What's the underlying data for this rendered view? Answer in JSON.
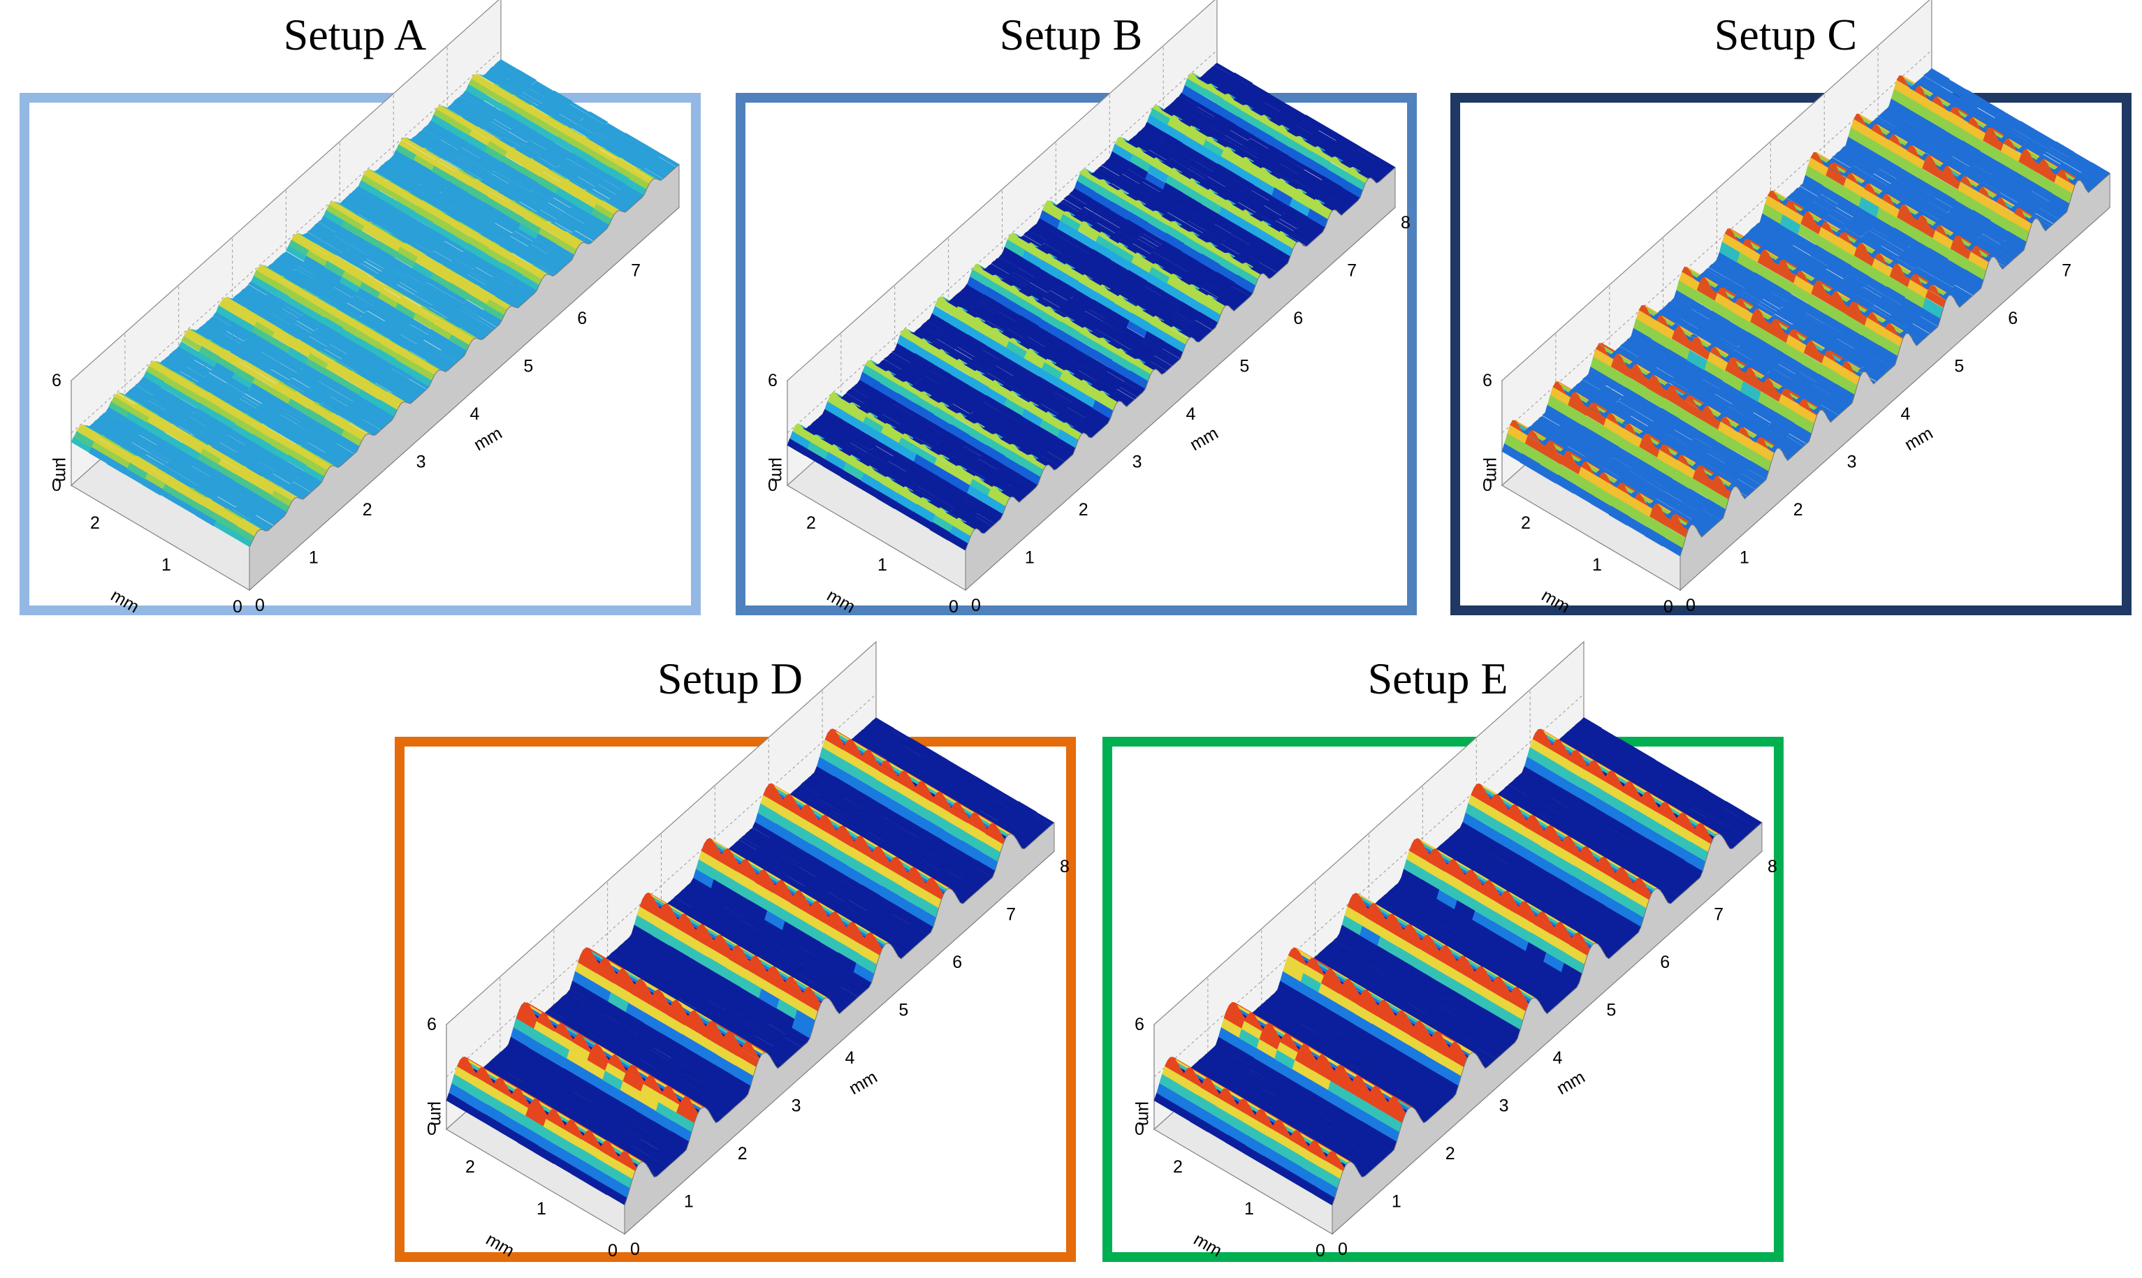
{
  "panels": [
    {
      "id": "A",
      "title": "Setup A",
      "border_color": "#93b8e4",
      "ridges": 12,
      "amp": 0.3,
      "palette": [
        "#2a9fd8",
        "#2ebcc0",
        "#48c490",
        "#9bcf4a",
        "#d8d23a"
      ],
      "noise": 0.3
    },
    {
      "id": "B",
      "title": "Setup B",
      "border_color": "#4f81bd",
      "ridges": 12,
      "amp": 0.45,
      "palette": [
        "#0b1f9c",
        "#1560d6",
        "#22a9e0",
        "#33c4b2",
        "#aedb48"
      ],
      "noise": 0.25
    },
    {
      "id": "C",
      "title": "Setup C",
      "border_color": "#1f3864",
      "ridges": 10,
      "amp": 0.75,
      "palette": [
        "#1f6fd6",
        "#2ebcc0",
        "#8fd04a",
        "#f0c030",
        "#e0501e"
      ],
      "noise": 0.3
    },
    {
      "id": "D",
      "title": "Setup D",
      "border_color": "#e46c0a",
      "ridges": 7,
      "amp": 1.0,
      "palette": [
        "#0b1f9c",
        "#1a7ae0",
        "#34c2b6",
        "#e8d63c",
        "#e5461e"
      ],
      "noise": 0.15
    },
    {
      "id": "E",
      "title": "Setup E",
      "border_color": "#00b050",
      "ridges": 7,
      "amp": 1.0,
      "palette": [
        "#0b1f9c",
        "#1a7ae0",
        "#34c2b6",
        "#e8d63c",
        "#e5461e"
      ],
      "noise": 0.12
    }
  ],
  "axis": {
    "x_ticks": [
      "0",
      "1",
      "2",
      "3",
      "4",
      "5",
      "6",
      "7",
      "8"
    ],
    "y_ticks": [
      "0",
      "1",
      "2"
    ],
    "z_ticks": [
      "0",
      "6"
    ],
    "x_unit": "mm",
    "y_unit": "mm",
    "z_unit": "µm"
  }
}
